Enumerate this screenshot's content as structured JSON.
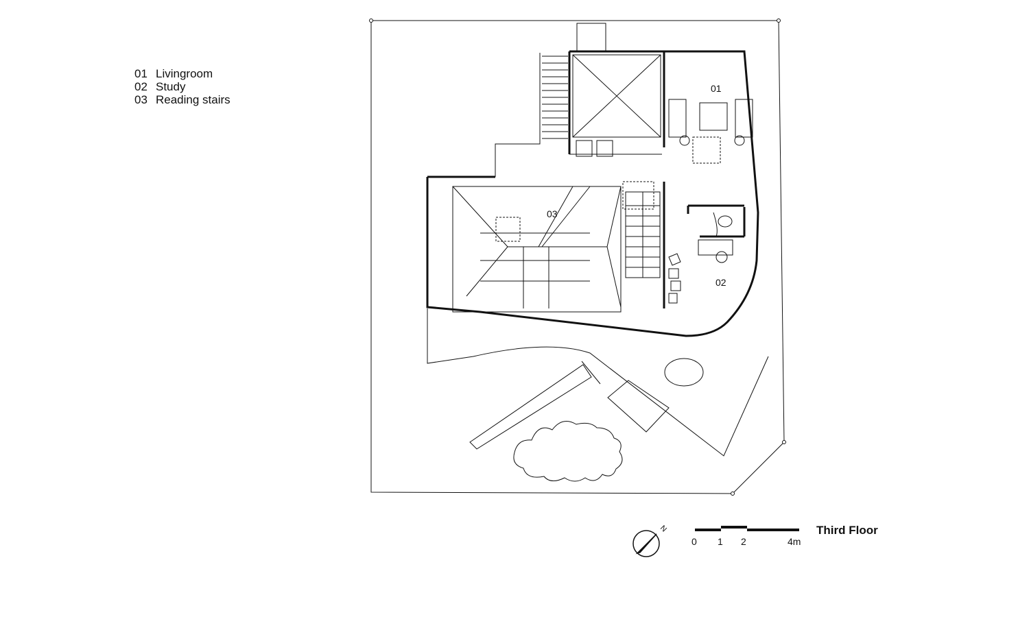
{
  "legend": [
    {
      "num": "01",
      "label": "Livingroom"
    },
    {
      "num": "02",
      "label": "Study"
    },
    {
      "num": "03",
      "label": "Reading stairs"
    }
  ],
  "rooms": [
    {
      "id": "01"
    },
    {
      "id": "02"
    },
    {
      "id": "03"
    }
  ],
  "north_arrow": {
    "label": "N"
  },
  "scale_bar": {
    "ticks": [
      "0",
      "1",
      "2",
      "4m"
    ]
  },
  "drawing_title": "Third Floor"
}
